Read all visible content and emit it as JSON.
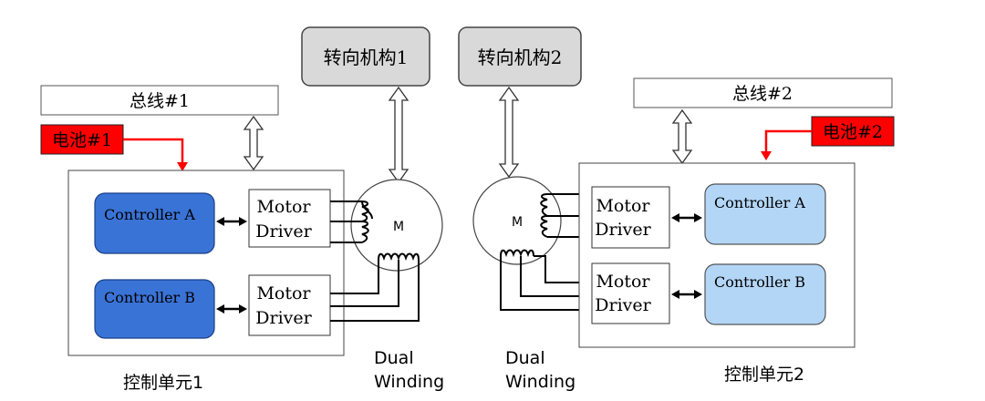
{
  "steering": {
    "unit1": "转向机构1",
    "unit2": "转向机构2"
  },
  "bus": {
    "bus1": "总线#1",
    "bus2": "总线#2"
  },
  "battery": {
    "battery1": "电池#1",
    "battery2": "电池#2"
  },
  "control_unit": {
    "unit1": {
      "label": "控制单元1",
      "controller_a": "Controller A",
      "controller_b": "Controller B",
      "driver_a": {
        "line1": "Motor",
        "line2": "Driver"
      },
      "driver_b": {
        "line1": "Motor",
        "line2": "Driver"
      }
    },
    "unit2": {
      "label": "控制单元2",
      "controller_a": "Controller A",
      "controller_b": "Controller B",
      "driver_a": {
        "line1": "Motor",
        "line2": "Driver"
      },
      "driver_b": {
        "line1": "Motor",
        "line2": "Driver"
      }
    }
  },
  "motor": {
    "motor1_label": "M",
    "motor2_label": "M"
  },
  "winding": {
    "left": {
      "line1": "Dual",
      "line2": "Winding"
    },
    "right": {
      "line1": "Dual",
      "line2": "Winding"
    }
  },
  "colors": {
    "controller_dark": "#3a73d6",
    "controller_light": "#b3d6f7",
    "battery_red": "#ff0000",
    "steering_gray": "#d9d9d9"
  }
}
